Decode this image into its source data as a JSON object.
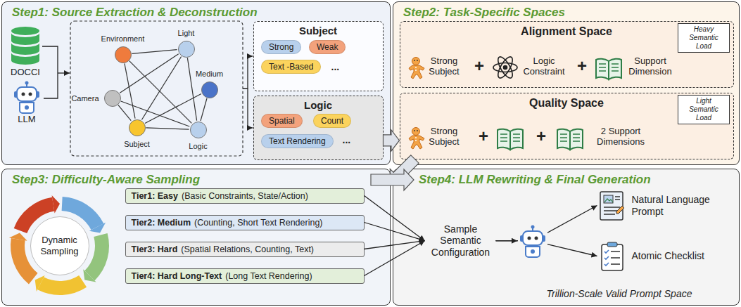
{
  "diagram": {
    "nodes": [
      {
        "text": [
          "Step1: Source Extraction & Deconstruction"
        ]
      },
      {
        "text": [
          "Environment"
        ],
        "in": 0
      },
      {
        "text": [
          "Light"
        ],
        "in": 0
      },
      {
        "text": [
          "Camera"
        ],
        "in": 0
      },
      {
        "text": [
          "Medium"
        ],
        "in": 0
      },
      {
        "text": [
          "Subject"
        ],
        "in": 0
      },
      {
        "text": [
          "Logic"
        ],
        "in": 0
      },
      {
        "text": [
          "Subject",
          "..."
        ],
        "in": 0
      },
      {
        "text": [
          "Strong"
        ],
        "in": 7
      },
      {
        "text": [
          "Weak"
        ],
        "in": 7
      },
      {
        "text": [
          "Text -Based"
        ],
        "in": 7
      },
      {
        "text": [
          "Logic",
          "..."
        ],
        "in": 0
      },
      {
        "text": [
          "Spatial"
        ],
        "in": 11
      },
      {
        "text": [
          "Count"
        ],
        "in": 11
      },
      {
        "text": [
          "Text Rendering"
        ],
        "in": 11
      },
      {
        "text": [
          "Step2: Task-Specific Spaces"
        ]
      },
      {
        "text": [
          "Alignment Space"
        ],
        "in": 15
      },
      {
        "text": [
          "Heavy Semantic Load"
        ],
        "in": 16
      },
      {
        "text": [
          "Quality Space"
        ],
        "in": 15
      },
      {
        "text": [
          "Light Semantic Load"
        ],
        "in": 18
      },
      {
        "text": [
          "Step3: Difficulty-Aware Sampling"
        ]
      },
      {
        "text": [
          "Dynamic Sampling"
        ],
        "in": 20
      },
      {
        "text": [
          "Tier1: Easy",
          "(Basic Constraints, State/Action)"
        ],
        "in": 20
      },
      {
        "text": [
          "Tier2: Medium",
          "(Counting, Short Text Rendering)"
        ],
        "in": 20
      },
      {
        "text": [
          "Tier3: Hard",
          "(Spatial Relations, Counting, Text)"
        ],
        "in": 20
      },
      {
        "text": [
          "Tier4: Hard Long-Text",
          "(Long Text Rendering)"
        ],
        "in": 20
      },
      {
        "text": [
          "Step4: LLM Rewriting & Final Generation"
        ]
      },
      {
        "text": [
          "Sample Semantic Configuration"
        ],
        "in": 26
      },
      {
        "text": [
          "Natural Language Prompt"
        ],
        "in": 26
      },
      {
        "text": [
          "Atomic Checklist"
        ],
        "in": 26
      }
    ],
    "edges": [
      {
        "from": 1,
        "to": 2,
        "arrow": "none"
      },
      {
        "from": 1,
        "to": 5,
        "arrow": "none"
      },
      {
        "from": 1,
        "to": 6,
        "arrow": "none"
      },
      {
        "from": 3,
        "to": 2,
        "arrow": "none"
      },
      {
        "from": 3,
        "to": 5,
        "arrow": "none"
      },
      {
        "from": 3,
        "to": 6,
        "arrow": "none"
      },
      {
        "from": 2,
        "to": 5,
        "arrow": "none"
      },
      {
        "from": 2,
        "to": 6,
        "arrow": "none"
      },
      {
        "from": 4,
        "to": 5,
        "arrow": "none"
      },
      {
        "from": 4,
        "to": 6,
        "arrow": "none"
      },
      {
        "from": 5,
        "to": 6,
        "arrow": "none"
      },
      {
        "from": 11,
        "to": 18,
        "arrow": "to"
      },
      {
        "from": 18,
        "to": 20,
        "arrow": "to"
      },
      {
        "from": 20,
        "to": 26,
        "arrow": "to"
      },
      {
        "from": 22,
        "to": 27,
        "arrow": "to"
      },
      {
        "from": 23,
        "to": 27,
        "arrow": "to"
      },
      {
        "from": 24,
        "to": 27,
        "arrow": "to"
      },
      {
        "from": 25,
        "to": 27,
        "arrow": "to"
      },
      {
        "from": 27,
        "to": 28,
        "arrow": "to"
      },
      {
        "from": 27,
        "to": 29,
        "arrow": "to"
      }
    ],
    "labels": [
      "DOCCI",
      "LLM",
      "Strong Subject",
      "+",
      "Logic Constraint",
      "+",
      "Support Dimension",
      "Strong Subject",
      "+",
      "+",
      "2 Support Dimensions",
      "Trillion-Scale Valid Prompt Space"
    ]
  }
}
